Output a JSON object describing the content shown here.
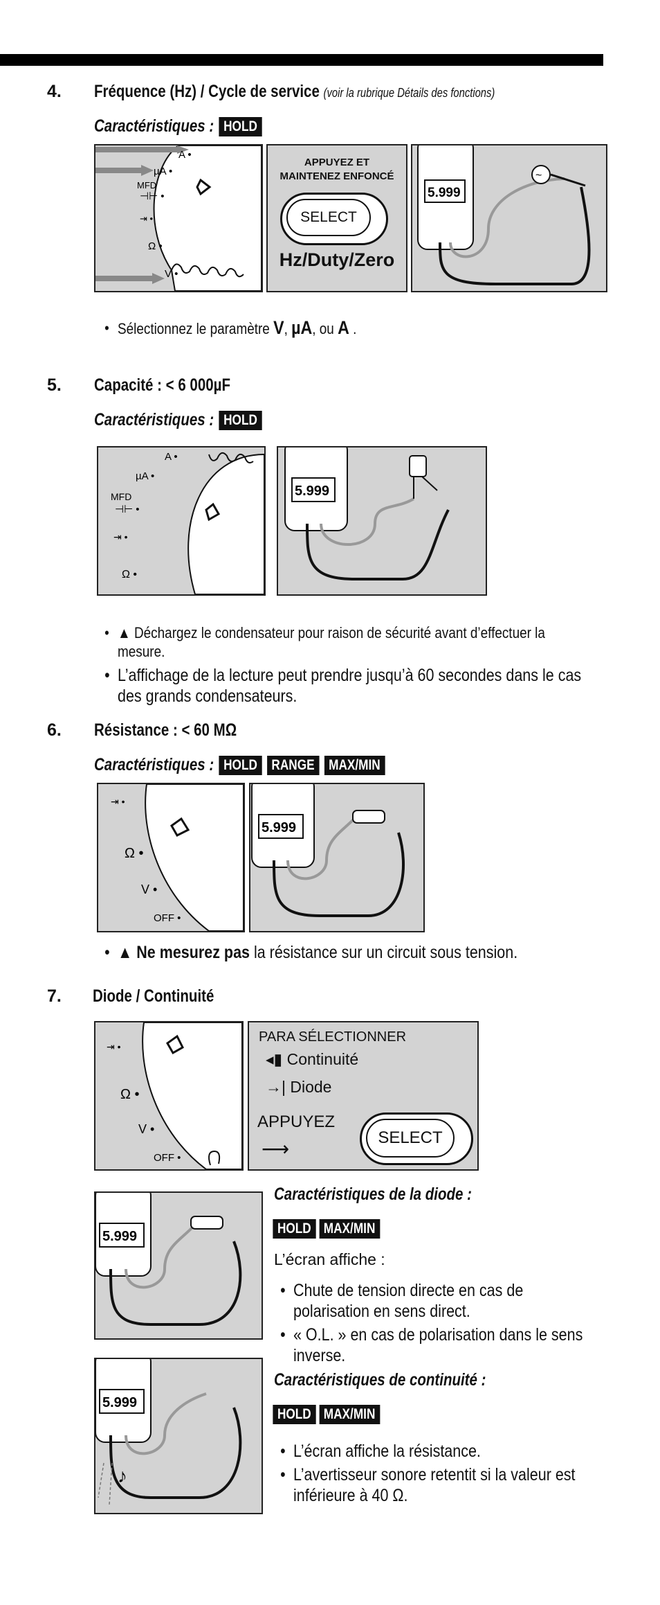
{
  "sections": [
    {
      "number": "4.",
      "title": "Fréquence (Hz) / Cycle de service",
      "note": "(voir la rubrique Détails des fonctions)",
      "caracs_label": "Caractéristiques :",
      "badges": [
        "HOLD"
      ],
      "panel_text": {
        "line1": "APPUYEZ ET",
        "line2": "MAINTENEZ ENFONCÉ",
        "button": "SELECT",
        "footer": "Hz/Duty/Zero"
      },
      "dial_labels": [
        "A",
        "µA",
        "MFD",
        "Ω",
        "V"
      ],
      "bullet_prefix": "Sélectionnez le paramètre",
      "bullet_params": [
        "V",
        "µA",
        "A"
      ],
      "bullet_sep1": ", ",
      "bullet_sep2": ", ou ",
      "bullet_end": "."
    },
    {
      "number": "5.",
      "title": "Capacité : < 6 000µF",
      "caracs_label": "Caractéristiques :",
      "badges": [
        "HOLD"
      ],
      "dial_labels": [
        "A",
        "µA",
        "MFD",
        "Ω"
      ],
      "bullet1": "Déchargez le condensateur pour raison de sécurité avant d’effectuer la mesure.",
      "bullet2": "L’affichage de la lecture peut prendre jusqu’à 60 secondes dans le cas des grands condensateurs."
    },
    {
      "number": "6.",
      "title": "Résistance :  < 60 MΩ",
      "caracs_label": "Caractéristiques :",
      "badges": [
        "HOLD",
        "RANGE",
        "MAX/MIN"
      ],
      "dial_labels": [
        "Ω",
        "V",
        "OFF"
      ],
      "bullet_bold": "Ne mesurez pas",
      "bullet_rest": " la résistance sur un circuit sous tension."
    },
    {
      "number": "7.",
      "title": "Diode / Continuité",
      "dial_labels": [
        "Ω",
        "V",
        "OFF"
      ],
      "panel_text": {
        "line1": "PARA SÉLECTIONNER",
        "continuity": "Continuité",
        "diode": "Diode",
        "press": "APPUYEZ",
        "button": "SELECT"
      },
      "diode_caracs": "Caractéristiques de la diode :",
      "diode_badges": [
        "HOLD",
        "MAX/MIN"
      ],
      "diode_screen": "L’écran affiche :",
      "diode_bullet1": "Chute de tension directe en cas de polarisation en sens direct.",
      "diode_bullet2": "« O.L. » en cas de polarisation dans le sens inverse.",
      "cont_caracs": "Caractéristiques de continuité :",
      "cont_badges": [
        "HOLD",
        "MAX/MIN"
      ],
      "cont_bullet1": "L’écran affiche la résistance.",
      "cont_bullet2": "L’avertisseur sonore retentit si la valeur est inférieure à 40 Ω."
    }
  ],
  "meter_reading": "5.999"
}
